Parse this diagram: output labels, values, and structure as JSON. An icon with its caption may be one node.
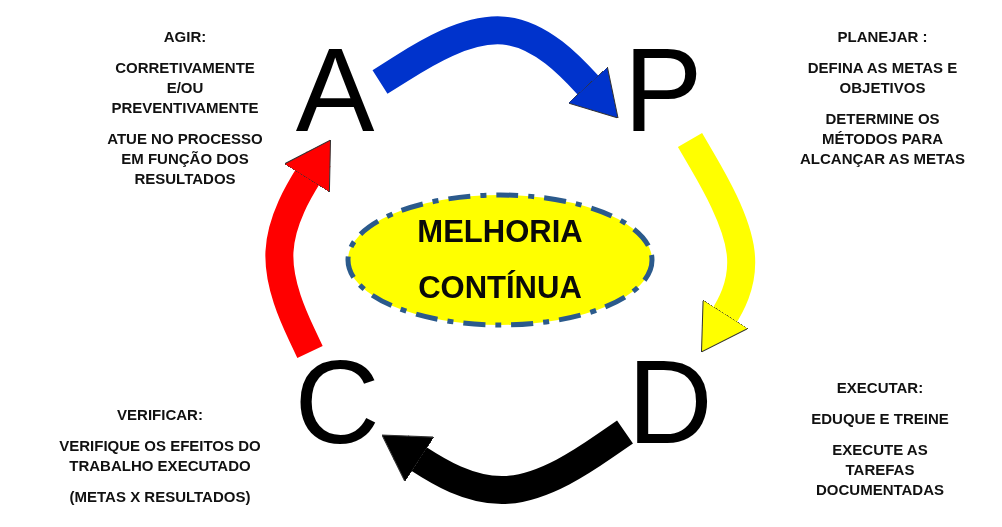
{
  "diagram": {
    "nodes": [
      {
        "text": [
          "A"
        ],
        "beside": [
          "AGIR:",
          "CORRETIVAMENTE E/OU PREVENTIVAMENTE",
          "ATUE NO PROCESSO EM FUNÇÃO DOS RESULTADOS"
        ]
      },
      {
        "text": [
          "P"
        ],
        "beside": [
          "PLANEJAR :",
          "DEFINA AS METAS E OBJETIVOS",
          "DETERMINE OS MÉTODOS PARA ALCANÇAR AS METAS"
        ]
      },
      {
        "text": [
          "MELHORIA CONTÍNUA"
        ]
      },
      {
        "text": [
          "C"
        ],
        "beside": [
          "VERIFICAR:",
          "VERIFIQUE OS EFEITOS DO TRABALHO EXECUTADO",
          "(METAS X RESULTADOS)"
        ]
      },
      {
        "text": [
          "D"
        ],
        "beside": [
          "EXECUTAR:",
          "EDUQUE E TREINE",
          "EXECUTE AS TAREFAS DOCUMENTADAS"
        ]
      }
    ],
    "edges": [
      {
        "from": 0,
        "to": 1,
        "arrow": "to",
        "color": "#0033cc"
      },
      {
        "from": 1,
        "to": 4,
        "arrow": "to",
        "color": "#ffff00"
      },
      {
        "from": 4,
        "to": 3,
        "arrow": "to",
        "color": "#000000"
      },
      {
        "from": 3,
        "to": 0,
        "arrow": "to",
        "color": "#ff0000"
      }
    ]
  }
}
